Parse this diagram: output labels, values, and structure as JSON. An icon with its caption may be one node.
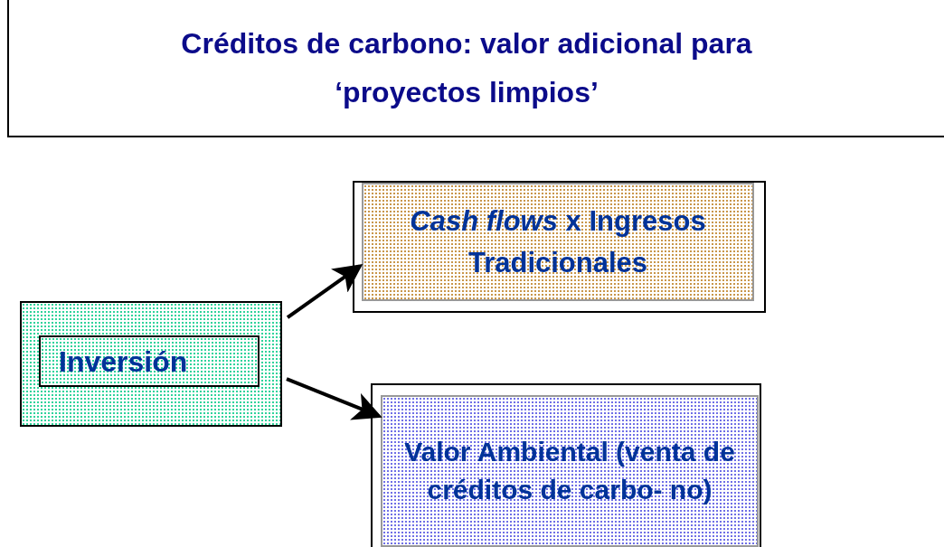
{
  "diagram": {
    "title": "Créditos de carbono: valor adicional para ‘proyectos limpios’",
    "nodes": [
      {
        "text": [],
        "shape": "box"
      },
      {
        "text": [
          "Inversión"
        ],
        "in": 0
      },
      {
        "text": [],
        "shape": "box"
      },
      {
        "text": [
          "*Cash flows* x Ingresos Tradicionales"
        ],
        "in": 2
      },
      {
        "text": [],
        "shape": "box"
      },
      {
        "text": [
          "Valor Ambiental (venta de créditos de carbo- no)"
        ],
        "in": 4
      }
    ],
    "edges": [
      {
        "from": 0,
        "to": 3,
        "arrow": "to"
      },
      {
        "from": 0,
        "to": 5,
        "arrow": "to"
      }
    ]
  }
}
